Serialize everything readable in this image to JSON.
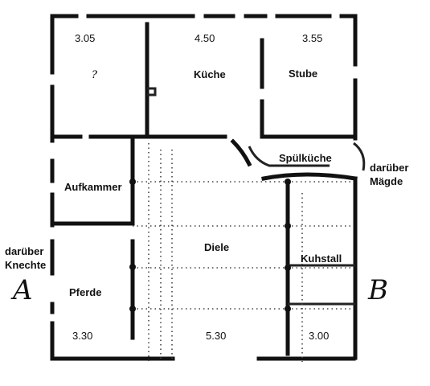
{
  "rooms": {
    "kueche": "Küche",
    "stube": "Stube",
    "spuelkueche": "Spülküche",
    "aufkammer": "Aufkammer",
    "diele": "Diele",
    "kuhstall": "Kuhstall",
    "pferde": "Pferde",
    "unknown": "?"
  },
  "notes": {
    "maegde_1": "darüber",
    "maegde_2": "Mägde",
    "knechte_1": "darüber",
    "knechte_2": "Knechte"
  },
  "dimensions": {
    "top_left": "3.05",
    "top_middle": "4.50",
    "top_right": "3.55",
    "bottom_left": "3.30",
    "bottom_middle": "5.30",
    "bottom_right": "3.00"
  },
  "section_marks": {
    "left": "A",
    "right": "B"
  }
}
